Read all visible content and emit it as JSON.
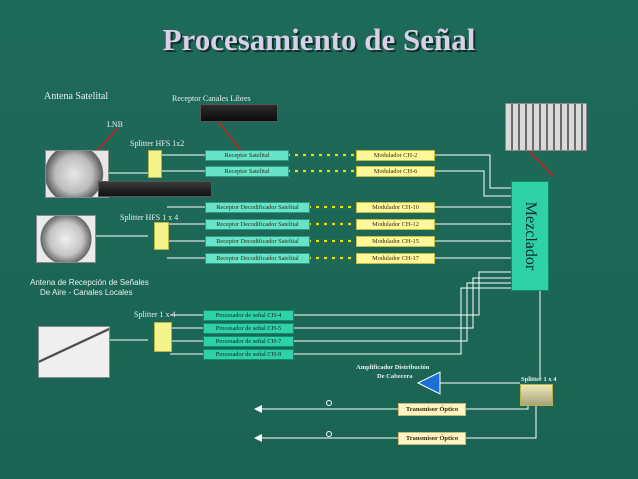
{
  "title": "Procesamiento de Señal",
  "labels": {
    "antena_satelital": "Antena Satelital",
    "receptor_canales_libres": "Receptor Canales Libres",
    "lnb": "LNB",
    "splitter_hfs_1x2": "Splitter HFS 1x2",
    "splitter_hfs_1x4": "Splitter HFS 1 x 4",
    "antena_aire_line1": "Antena de Recepción de Señales",
    "antena_aire_line2": "De Aire  - Canales Locales",
    "splitter_1x4_left": "Splitter 1 x 4",
    "amplificador_line1": "Amplificador Distribución",
    "amplificador_line2": "De Cabecera",
    "splitter_1x4_right": "Splitter 1 x 4",
    "mezclador": "Mezclador"
  },
  "receptors": [
    "Receptor Satelital",
    "Receptor Satelital",
    "Receptor Decodificador  Satelital",
    "Receptor Decodificador  Satelital",
    "Receptor Decodificador  Satelital",
    "Receptor Decodificador  Satelital"
  ],
  "modulators": [
    "Modulador   CH-2",
    "Modulador   CH-6",
    "Modulador   CH-10",
    "Modulador   CH-12",
    "Modulador   CH-15",
    "Modulador   CH-17"
  ],
  "processors": [
    "Procesador de señal  CH-4",
    "Procesador de señal  CH-5",
    "Procesador de señal  CH-7",
    "Procesador de señal  CH-9"
  ],
  "transmitters": [
    "Transmisor Óptico",
    "Transmisor Óptico"
  ],
  "colors": {
    "background": "#1f6b5a",
    "title": "#d9cfe8",
    "receptor": "#66e3c8",
    "modulator": "#fff89a",
    "processor": "#2fd1a7",
    "link_dots": "#e8e000",
    "amplifier": "#1d6fd6"
  }
}
